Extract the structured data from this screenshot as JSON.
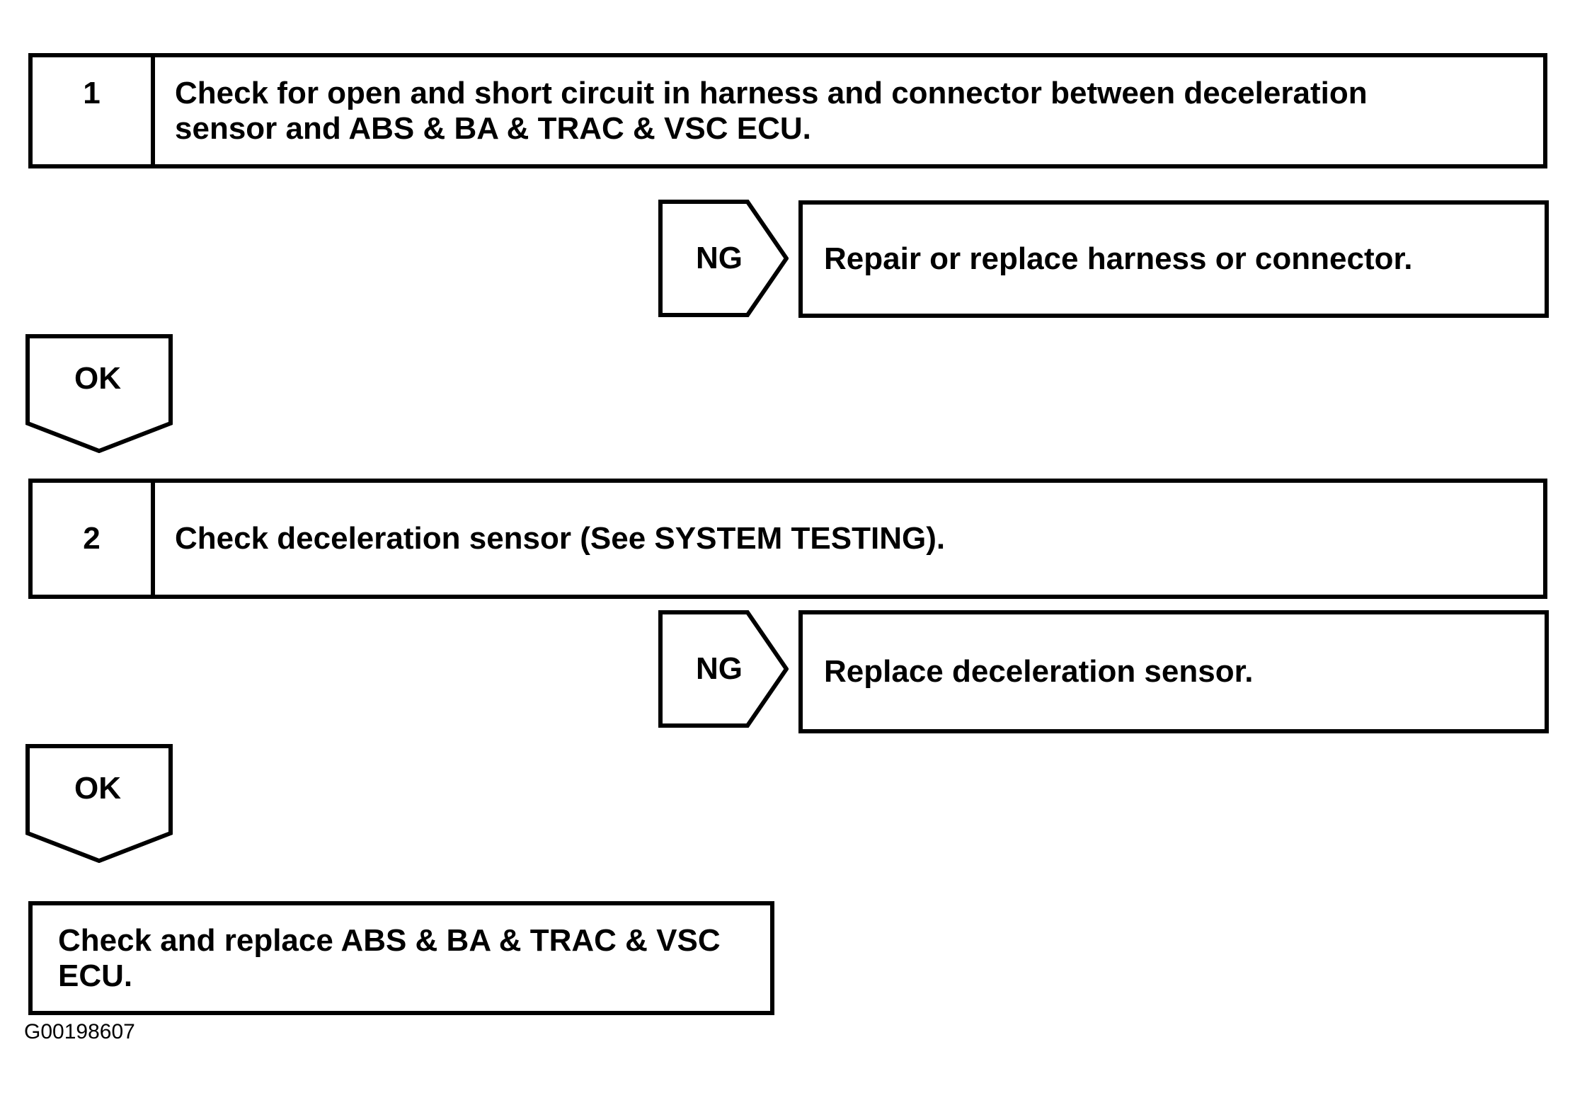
{
  "canvas": {
    "background": "#ffffff",
    "ink": "#000000"
  },
  "steps": [
    {
      "number": "1",
      "lines": [
        "Check for open and short circuit in harness and connector between deceleration",
        "sensor and ABS & BA & TRAC & VSC ECU."
      ]
    },
    {
      "number": "2",
      "lines": [
        "Check deceleration sensor (See SYSTEM TESTING)."
      ]
    }
  ],
  "connectors": {
    "ng_label": "NG",
    "ok_label": "OK"
  },
  "results": [
    {
      "text": "Repair or replace harness or connector."
    },
    {
      "text": "Replace deceleration sensor."
    }
  ],
  "final_box": {
    "lines": [
      "Check and replace ABS & BA & TRAC & VSC",
      "ECU."
    ]
  },
  "figure_id": "G00198607"
}
